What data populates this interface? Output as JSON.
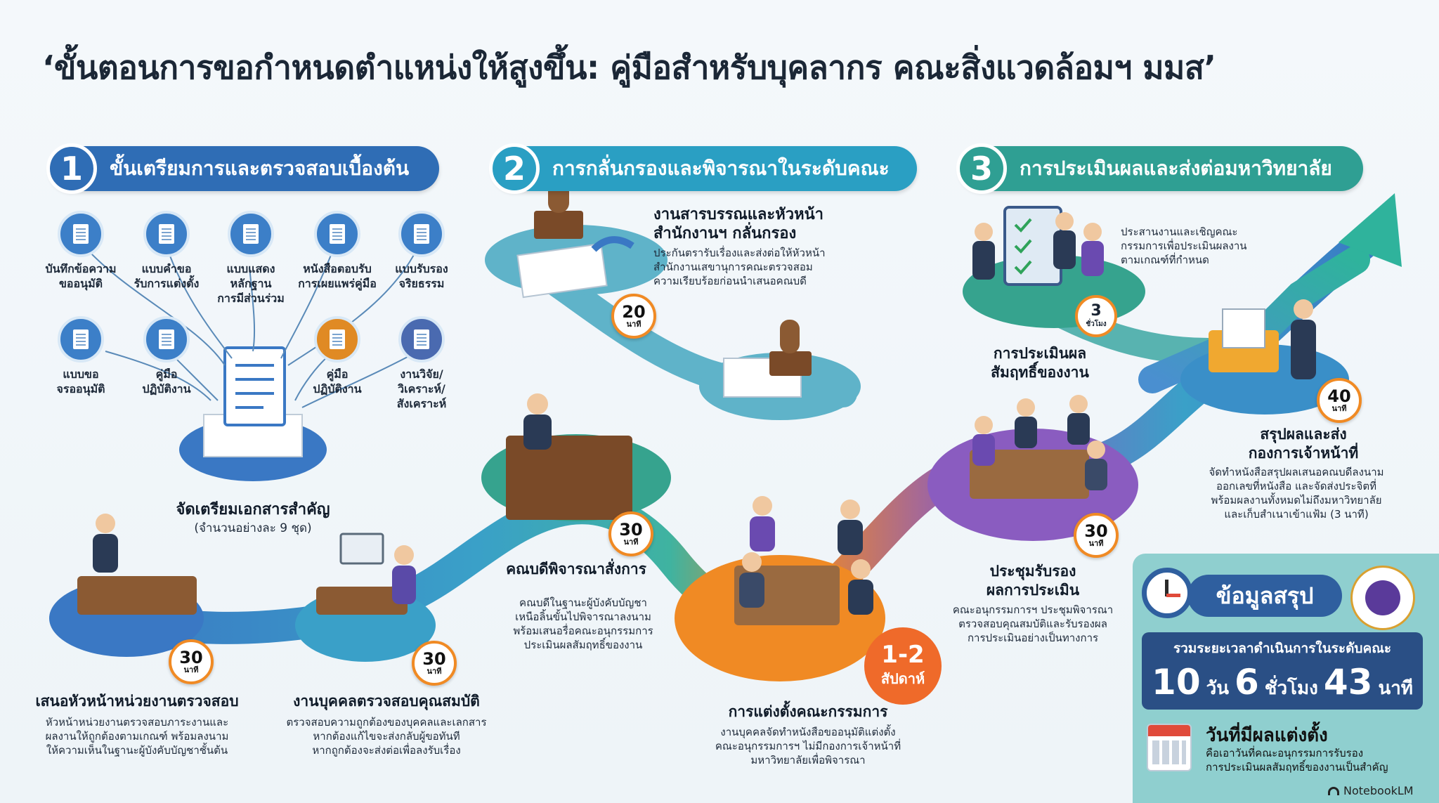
{
  "title": "‘ขั้นตอนการขอกำหนดตำแหน่งให้สูงขึ้น: คู่มือสำหรับบุคลากร คณะสิ่งแวดล้อมฯ มมส’",
  "phases": [
    {
      "num": "1",
      "label": "ขั้นเตรียมการและตรวจสอบเบื้องต้น",
      "color": "#2f6db5"
    },
    {
      "num": "2",
      "label": "การกลั่นกรองและพิจารณาในระดับคณะ",
      "color": "#2a9fc3"
    },
    {
      "num": "3",
      "label": "การประเมินผลและส่งต่อมหาวิทยาลัย",
      "color": "#2f9f93"
    }
  ],
  "documents": [
    {
      "label": "บันทึกข้อความ\nขออนุมัติ"
    },
    {
      "label": "แบบคำขอ\nรับการแต่งตั้ง"
    },
    {
      "label": "แบบแสดง\nหลักฐาน\nการมีส่วนร่วม"
    },
    {
      "label": "หนังสือตอบรับ\nการเผยแพร่คู่มือ"
    },
    {
      "label": "แบบรับรอง\nจริยธรรม"
    },
    {
      "label": "แบบขอ\nจรออนุมัติ"
    },
    {
      "label": "คู่มือ\nปฏิบัติงาน"
    },
    {
      "label": "คู่มือ\nปฏิบัติงาน"
    },
    {
      "label": "งานวิจัย/\nวิเคราะห์/\nสังเคราะห์"
    }
  ],
  "prepare": {
    "title": "จัดเตรียมเอกสารสำคัญ",
    "sub": "(จำนวนอย่างละ 9 ชุด)"
  },
  "steps": [
    {
      "id": "s1",
      "title": "เสนอหัวหน้าหน่วยงานตรวจสอบ",
      "desc": "หัวหน้าหน่วยงานตรวจสอบภาระงานและ\nผลงานให้ถูกต้องตามเกณฑ์ พร้อมลงนาม\nให้ความเห็นในฐานะผู้บังคับบัญชาชั้นต้น",
      "time": "30",
      "unit": "นาที"
    },
    {
      "id": "s2",
      "title": "งานบุคคลตรวจสอบคุณสมบัติ",
      "desc": "ตรวจสอบความถูกต้องของบุคคลและเลกสาร\nหากต้องแก้ไขจะส่งกลับผู้ขอทันที\nหากถูกต้องจะส่งต่อเพื่อลงรับเรื่อง",
      "time": "30",
      "unit": "นาที"
    },
    {
      "id": "s3",
      "title": "งานสารบรรณและหัวหน้า\nสำนักงานฯ กลั่นกรอง",
      "desc": "ประกันตรารับเรื่องและส่งต่อให้หัวหน้า\nสำนักงานเสขานุการคณะตรวจสอม\nความเรียบร้อยก่อนนำเสนอคณบดี",
      "time": "20",
      "unit": "นาที"
    },
    {
      "id": "s4",
      "title": "คณบดีพิจารณาสั่งการ",
      "desc": "คณบดีในฐานะผู้บังคับบัญชา\nเหนือลิ้นขั้นไปพิจารณาลงนาม\nพร้อมเสนอรื่อคณะอนุกรรมการ\nประเมินผลสัมฤทธิ์ของงาน",
      "time": "30",
      "unit": "นาที"
    },
    {
      "id": "s5",
      "title": "การแต่งตั้งคณะกรรมการ",
      "desc": "งานบุคคลจัดทำหนังสือขออนุมัติแต่งตั้ง\nคณะอนุกรรมการฯ ไม่มีกองการเจ้าหน้าที่\nมหาวิทยาลัยเพื่อพิจารณา",
      "time": "1-2",
      "unit": "สัปดาห์"
    },
    {
      "id": "s6",
      "title": "ประชุมรับรอง\nผลการประเมิน",
      "desc": "คณะอนุกรรมการฯ ประชุมพิจารณา\nตรวจสอบคุณสมบัติและรับรองผล\nการประเมินอย่างเป็นทางการ",
      "time": "30",
      "unit": "นาที"
    },
    {
      "id": "s7",
      "title": "การประเมินผล\nสัมฤทธิ์ของงาน",
      "desc": "ประสานงานและเชิญคณะ\nกรรมการเพื่อประเมินผลงาน\nตามเกณฑ์ที่กำหนด",
      "time": "3",
      "unit": "ชั่วโมง"
    },
    {
      "id": "s8",
      "title": "สรุปผลและส่ง\nกองการเจ้าหน้าที่",
      "desc": "จัดทำหนังสือสรุปผลเสนอคณบดีลงนาม\nออกเลขที่หนังสือ และจัดส่งประจิตที่\nพร้อมผลงานทั้งหมดไม่ถึงมหาวิทยาลัย\nและเก็บสำเนาเข้าแฟ้ม (3 นาที)",
      "time": "40",
      "unit": "นาที"
    }
  ],
  "summary": {
    "heading": "ข้อมูลสรุป",
    "total_label": "รวมระยะเวลาดำเนินการในระดับคณะ",
    "days": "10",
    "days_unit": "วัน",
    "hours": "6",
    "hours_unit": "ชั่วโมง",
    "minutes": "43",
    "minutes_unit": "นาที",
    "appoint_title": "วันที่มีผลแต่งตั้ง",
    "appoint_desc": "คือเอาวันที่คณะอนุกรรมการรับรอง\nการประเมินผลสัมฤทธิ์ของงานเป็นสำคัญ"
  },
  "brand": "NotebookLM",
  "colors": {
    "accent_orange": "#f08a24",
    "blue": "#2f6db5",
    "teal": "#2a9fc3",
    "green": "#2f9f93",
    "purple": "#8a5cc0"
  }
}
